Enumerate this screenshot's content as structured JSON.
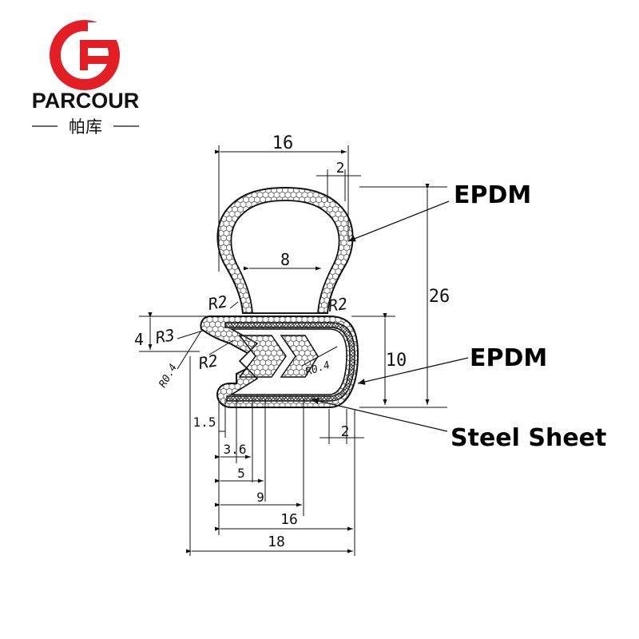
{
  "brand": {
    "name": "PARCOUR",
    "name_cn": "帕库",
    "color": "#e31e24"
  },
  "callouts": {
    "top": "EPDM",
    "middle": "EPDM",
    "bottom": "Steel Sheet"
  },
  "dimensions": {
    "top_width": "16",
    "top_thickness": "2",
    "neck_width": "8",
    "radius_left_neck": "R2",
    "radius_right_neck": "R2",
    "total_height": "26",
    "lip_height": "4",
    "lip_radius": "R3",
    "inner_radius": "R2",
    "lip_tip_radius": "R0.4",
    "inner_tip_radius": "R0.4",
    "clip_height": "10",
    "bottom_thickness": "2",
    "d_1_5": "1.5",
    "d_3_6": "3.6",
    "d_5": "5",
    "d_9": "9",
    "d_16": "16",
    "d_18": "18"
  },
  "colors": {
    "line": "#111111",
    "hatch": "#555555"
  }
}
